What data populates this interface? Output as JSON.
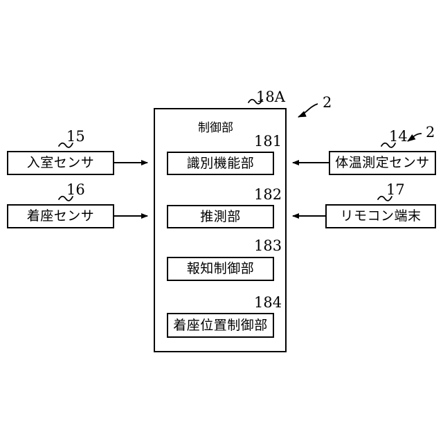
{
  "figure": {
    "type": "patent-block-diagram",
    "background_color": "#ffffff",
    "line_color": "#000000"
  },
  "control_unit": {
    "title": "制御部",
    "ref": "18A",
    "modules": [
      {
        "label": "識別機能部",
        "ref": "181"
      },
      {
        "label": "推測部",
        "ref": "182"
      },
      {
        "label": "報知制御部",
        "ref": "183"
      },
      {
        "label": "着座位置制御部",
        "ref": "184"
      }
    ]
  },
  "left_blocks": [
    {
      "label": "入室センサ",
      "ref": "15"
    },
    {
      "label": "着座センサ",
      "ref": "16"
    }
  ],
  "right_blocks": [
    {
      "label": "体温測定センサ",
      "ref": "14"
    },
    {
      "label": "リモコン端末",
      "ref": "17"
    }
  ],
  "callouts": [
    {
      "ref": "2",
      "target": "control-unit"
    },
    {
      "ref": "2",
      "target": "body-temperature-sensor"
    }
  ],
  "connectors": [
    {
      "from": "入室センサ",
      "to": "制御部",
      "direction": "right"
    },
    {
      "from": "着座センサ",
      "to": "制御部",
      "direction": "right"
    },
    {
      "from": "体温測定センサ",
      "to": "制御部",
      "direction": "left"
    },
    {
      "from": "リモコン端末",
      "to": "制御部",
      "direction": "both"
    }
  ]
}
